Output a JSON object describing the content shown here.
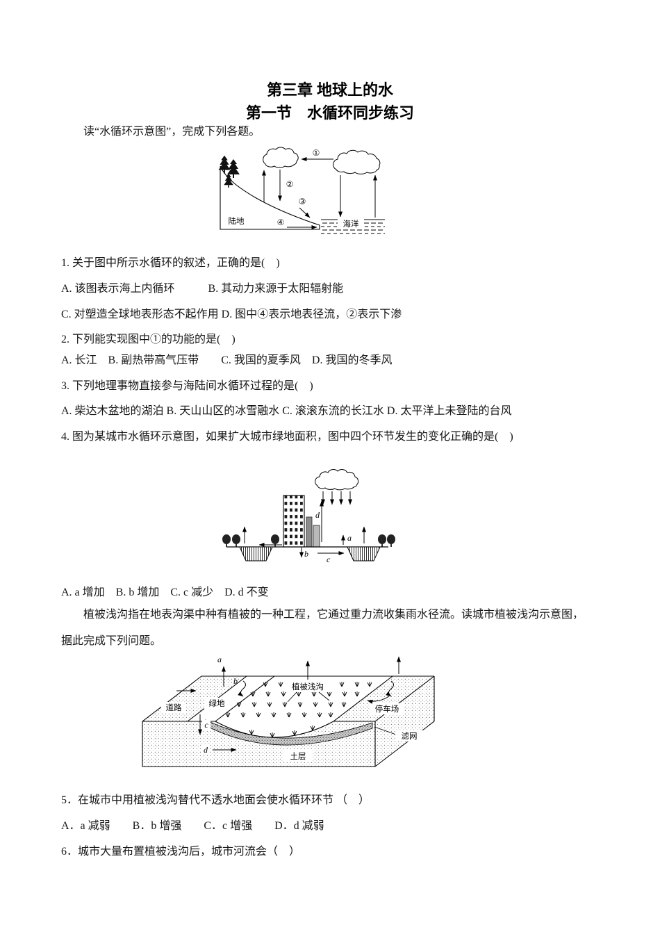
{
  "doc": {
    "chapter_title": "第三章 地球上的水",
    "section_title": "第一节　水循环同步练习",
    "intro": "读“水循环示意图”，完成下列各题。"
  },
  "q1": {
    "stem": "1. 关于图中所示水循环的叙述，正确的是(　)",
    "options_ab": "A. 该图表示海上内循环　　　B. 其动力来源于太阳辐射能",
    "options_cd": "C. 对塑造全球地表形态不起作用 D. 图中④表示地表径流，②表示下渗"
  },
  "q2": {
    "stem": "2. 下列能实现图中①的功能的是(　)",
    "options": "A. 长江　B. 副热带高气压带　　C. 我国的夏季风　D. 我国的冬季风"
  },
  "q3": {
    "stem": "3. 下列地理事物直接参与海陆间水循环过程的是(　)",
    "options": "A. 柴达木盆地的湖泊 B. 天山山区的冰雪融水 C. 滚滚东流的长江水 D. 太平洋上未登陆的台风"
  },
  "q4": {
    "stem": "4. 图为某城市水循环示意图，如果扩大城市绿地面积，图中四个环节发生的变化正确的是(　)",
    "options": "A. a 增加　B. b 增加　C. c 减少　D. d 不变"
  },
  "passage": {
    "line1": "植被浅沟指在地表沟渠中种有植被的一种工程，它通过重力流收集雨水径流。读城市植被浅沟示意图，",
    "line2": "据此完成下列问题。"
  },
  "q5": {
    "stem": "5．在城市中用植被浅沟替代不透水地面会使水循环环节 （　）",
    "options": "A．a 减弱　　B．b 增强　　C．c 增强　　D．d 减弱"
  },
  "q6": {
    "stem": "6．城市大量布置植被浅沟后，城市河流会（　）"
  },
  "water_cycle": {
    "n1": "①",
    "n2": "②",
    "n3": "③",
    "n4": "④",
    "land": "陆地",
    "sea": "海洋"
  },
  "city": {
    "a": "a",
    "b": "b",
    "c": "c",
    "d": "d"
  },
  "swale": {
    "a": "a",
    "b": "b",
    "c": "c",
    "d": "d",
    "road": "道路",
    "green": "绿地",
    "swale_label": "植被浅沟",
    "parking": "停车场",
    "filter": "滤网",
    "soil": "土层"
  }
}
